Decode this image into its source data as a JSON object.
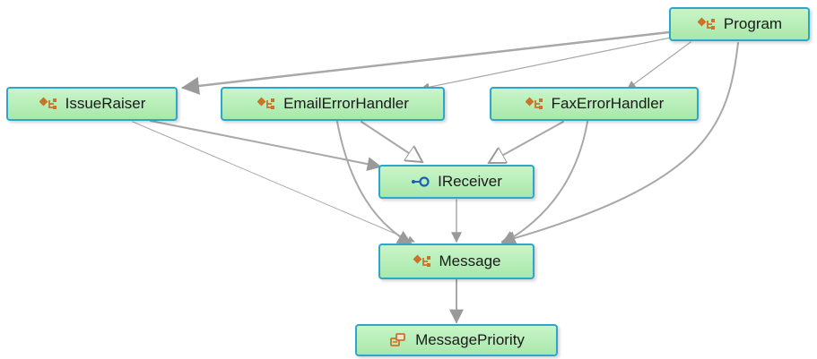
{
  "nodes": {
    "program": {
      "label": "Program",
      "icon": "class-icon"
    },
    "issue_raiser": {
      "label": "IssueRaiser",
      "icon": "class-icon"
    },
    "email_error_handler": {
      "label": "EmailErrorHandler",
      "icon": "class-icon"
    },
    "fax_error_handler": {
      "label": "FaxErrorHandler",
      "icon": "class-icon"
    },
    "ireceiver": {
      "label": "IReceiver",
      "icon": "interface-icon"
    },
    "message": {
      "label": "Message",
      "icon": "class-icon"
    },
    "message_priority": {
      "label": "MessagePriority",
      "icon": "enum-icon"
    }
  },
  "edges": [
    {
      "from": "Program",
      "to": "IssueRaiser",
      "kind": "dependency"
    },
    {
      "from": "Program",
      "to": "EmailErrorHandler",
      "kind": "dependency"
    },
    {
      "from": "Program",
      "to": "FaxErrorHandler",
      "kind": "dependency"
    },
    {
      "from": "Program",
      "to": "Message",
      "kind": "dependency"
    },
    {
      "from": "IssueRaiser",
      "to": "IReceiver",
      "kind": "dependency"
    },
    {
      "from": "IssueRaiser",
      "to": "Message",
      "kind": "dependency"
    },
    {
      "from": "EmailErrorHandler",
      "to": "IReceiver",
      "kind": "implements"
    },
    {
      "from": "EmailErrorHandler",
      "to": "Message",
      "kind": "dependency"
    },
    {
      "from": "FaxErrorHandler",
      "to": "IReceiver",
      "kind": "implements"
    },
    {
      "from": "FaxErrorHandler",
      "to": "Message",
      "kind": "dependency"
    },
    {
      "from": "IReceiver",
      "to": "Message",
      "kind": "dependency"
    },
    {
      "from": "Message",
      "to": "MessagePriority",
      "kind": "dependency"
    }
  ],
  "colors": {
    "node_fill": "#b8eebb",
    "node_border": "#2ea6c9",
    "edge": "#9a9a9a",
    "class_icon": "#c8742a",
    "interface_icon": "#1f5fb8",
    "enum_icon": "#c8742a"
  }
}
